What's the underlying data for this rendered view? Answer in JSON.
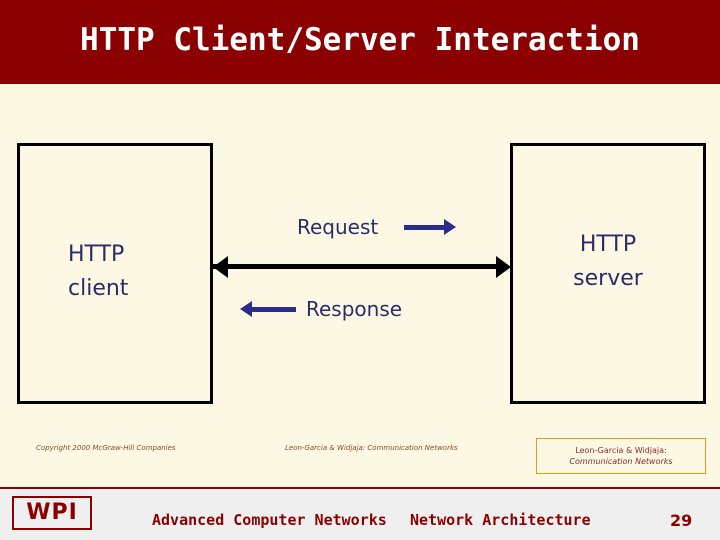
{
  "slide": {
    "title": "HTTP Client/Server Interaction",
    "title_bar_color": "#8b0000",
    "background_color": "#fdf8e3"
  },
  "diagram": {
    "client_box_label": "HTTP\nclient",
    "server_box_label": "HTTP\nserver",
    "request_label": "Request",
    "response_label": "Response",
    "arrow_color": "#2b2b8b",
    "box_border_color": "#000000"
  },
  "credits": {
    "left": "Copyright 2000 McGraw-Hill Companies",
    "center": "Leon-Garcia & Widjaja: Communication Networks",
    "box_line1": "Leon-Garcia & Widjaja:",
    "box_line2": "Communication Networks",
    "box_border_color": "#d4a017"
  },
  "footer": {
    "logo": "WPI",
    "course": "Advanced Computer Networks",
    "topic": "Network Architecture",
    "page_number": "29",
    "accent_color": "#8b0000"
  }
}
